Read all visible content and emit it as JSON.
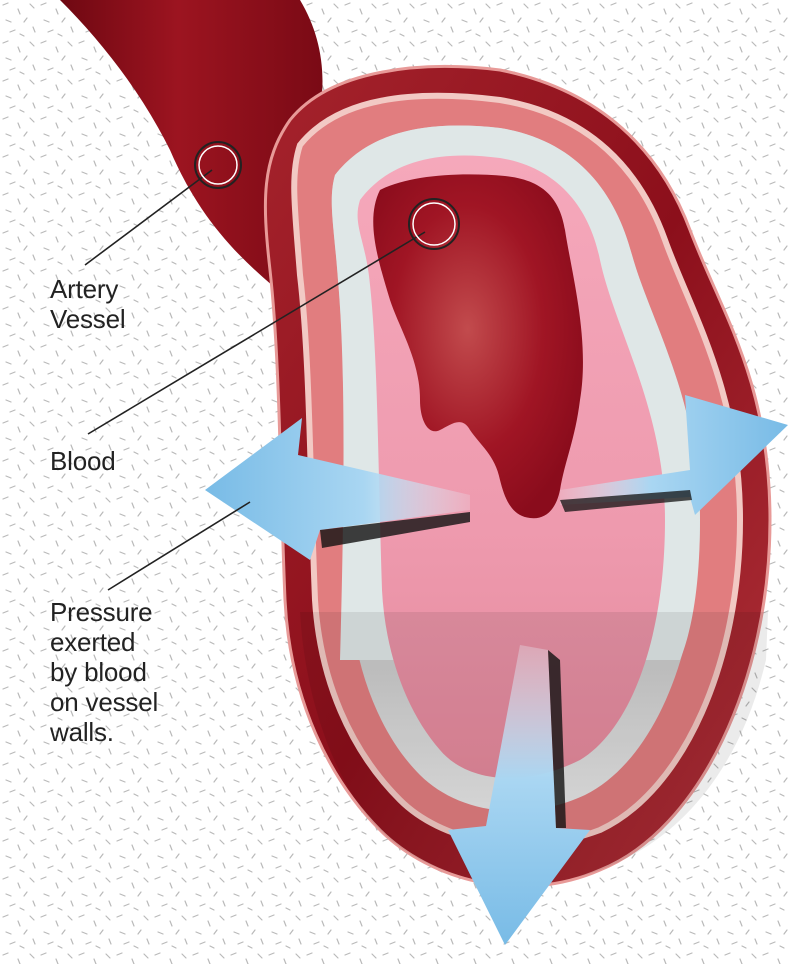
{
  "labels": {
    "artery_vessel": "Artery\nVessel",
    "blood": "Blood",
    "pressure": "Pressure\nexerted\nby blood\non vessel\nwalls."
  },
  "colors": {
    "vessel_dark": "#8e0f1c",
    "vessel_wall": "#e07b7d",
    "wall_light": "#f2c7c3",
    "wall_band": "#dfe6e6",
    "lumen": "#f29bb0",
    "blood": "#9c0f22",
    "arrow": "#8cc6ea"
  },
  "icons": {
    "pressure_arrows": "arrow-icon",
    "callout_ring": "circle-marker-icon"
  }
}
